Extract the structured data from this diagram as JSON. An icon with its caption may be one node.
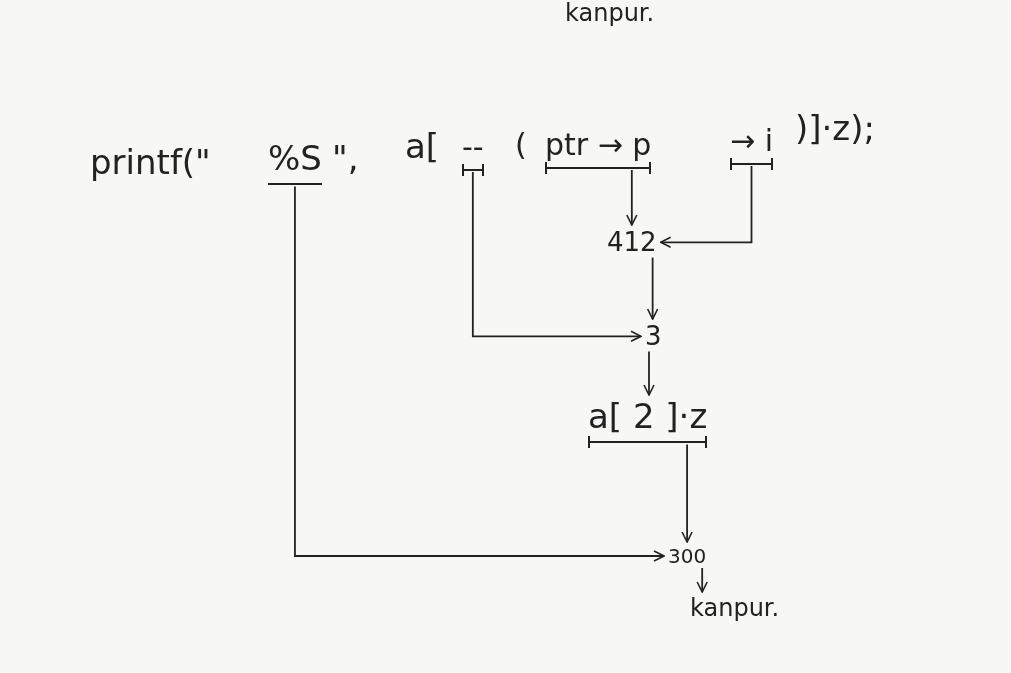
{
  "diagram": {
    "nodes": [
      {
        "text": [
          "%S"
        ]
      },
      {
        "text": [
          "--"
        ]
      },
      {
        "text": [
          "ptr → p"
        ]
      },
      {
        "text": [
          "→ i"
        ]
      },
      {
        "text": [
          "412"
        ]
      },
      {
        "text": [
          "3"
        ]
      },
      {
        "text": [
          "a[ 2 ]·z"
        ]
      },
      {
        "text": [
          "300"
        ]
      },
      {
        "text": [
          "kanpur."
        ]
      }
    ],
    "edges": [
      {
        "from": 2,
        "to": 4,
        "arrow": "to"
      },
      {
        "from": 3,
        "to": 4,
        "arrow": "to"
      },
      {
        "from": 4,
        "to": 5,
        "arrow": "to"
      },
      {
        "from": 1,
        "to": 5,
        "arrow": "to"
      },
      {
        "from": 5,
        "to": 6,
        "arrow": "to"
      },
      {
        "from": 6,
        "to": 7,
        "arrow": "to"
      },
      {
        "from": 0,
        "to": 7,
        "arrow": "to"
      },
      {
        "from": 7,
        "to": 8,
        "arrow": "to"
      }
    ],
    "labels": [
      "kanpur.",
      "printf(\"",
      "\",",
      "a[",
      "(",
      ")]·z);"
    ]
  }
}
